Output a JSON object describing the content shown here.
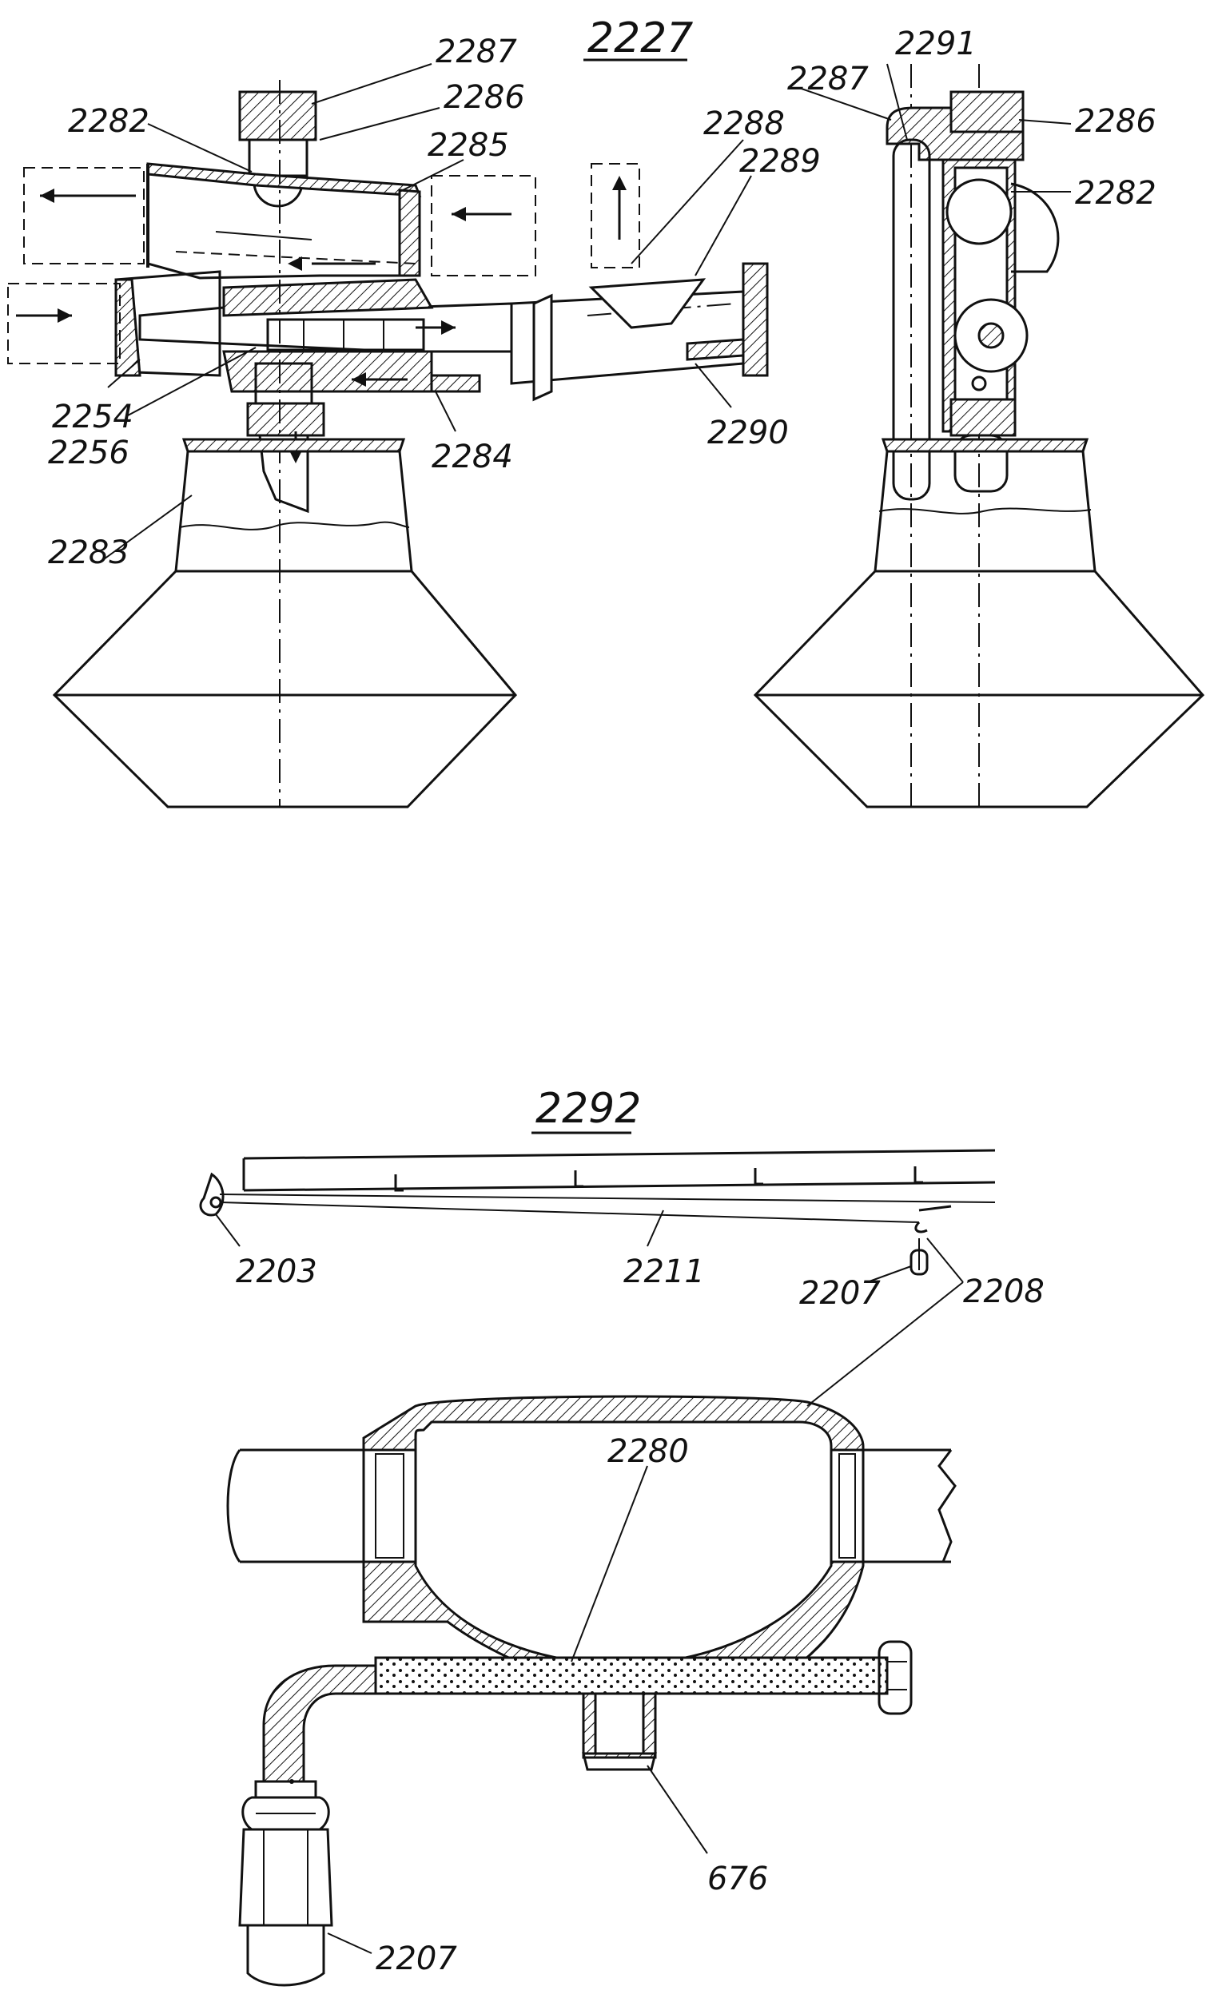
{
  "figures": {
    "top_title": "2227",
    "bottom_title": "2292"
  },
  "labels": {
    "l2287a": "2287",
    "l2286a": "2286",
    "l2282a": "2282",
    "l2285": "2285",
    "l2288": "2288",
    "l2289": "2289",
    "l2291": "2291",
    "l2287b": "2287",
    "l2286b": "2286",
    "l2282b": "2282",
    "l2254": "2254",
    "l2256": "2256",
    "l2284": "2284",
    "l2290": "2290",
    "l2283": "2283",
    "l2203": "2203",
    "l2211": "2211",
    "l2207a": "2207",
    "l2208": "2208",
    "l2280": "2280",
    "l676": "676",
    "l2207b": "2207"
  }
}
